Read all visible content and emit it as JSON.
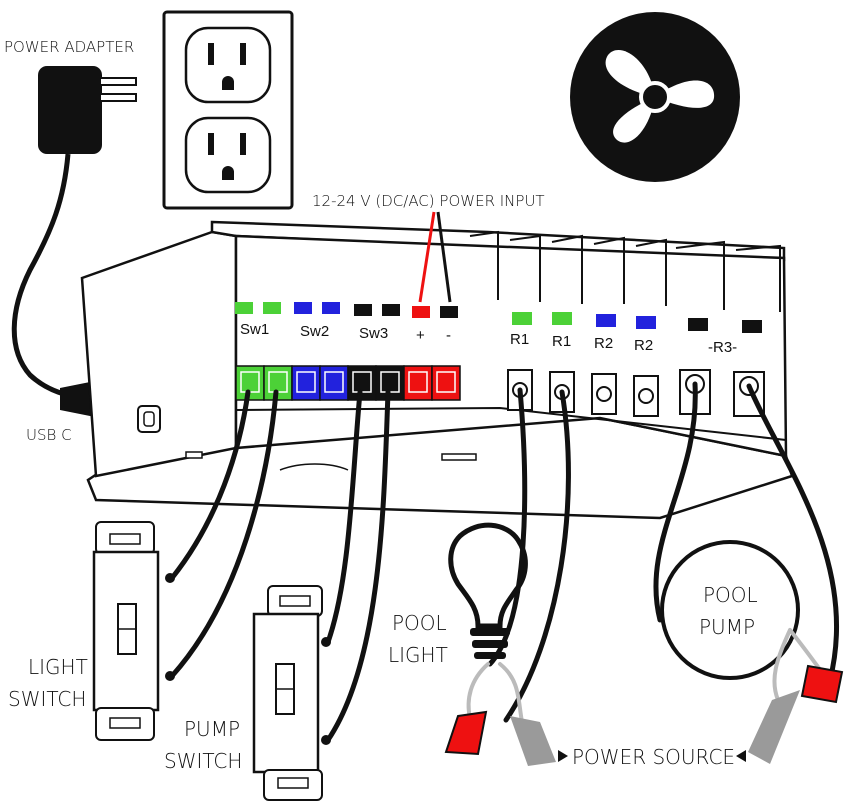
{
  "labels": {
    "power_adapter": "POWER ADAPTER",
    "usb_c": "USB C",
    "power_input": "12-24 V (DC/AC) POWER INPUT",
    "light_switch_1": "LIGHT",
    "light_switch_2": "SWITCH",
    "pump_switch_1": "PUMP",
    "pump_switch_2": "SWITCH",
    "pool_light_1": "POOL",
    "pool_light_2": "LIGHT",
    "pool_pump_1": "POOL",
    "pool_pump_2": "PUMP",
    "power_source": "POWER SOURCE"
  },
  "terminals": {
    "sw1": "Sw1",
    "sw2": "Sw2",
    "sw3": "Sw3",
    "plus": "+",
    "minus": "-",
    "r1a": "R1",
    "r1b": "R1",
    "r2a": "R2",
    "r2b": "R2",
    "r3": "-R3-"
  },
  "colors": {
    "green": "#4cd137",
    "blue": "#2222dd",
    "black": "#111111",
    "red": "#ee1111",
    "wire_gray": "#9a9a9a"
  },
  "icons": {
    "logo": "fan-icon",
    "outlet": "wall-outlet-icon",
    "adapter": "power-adapter-icon",
    "bulb": "light-bulb-icon"
  }
}
